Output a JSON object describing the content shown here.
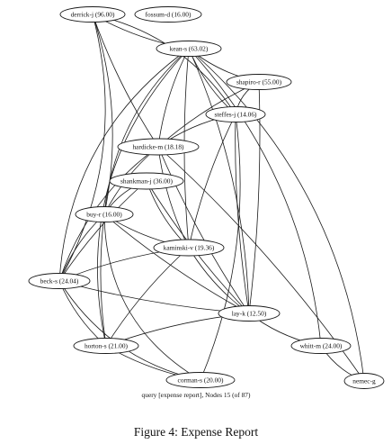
{
  "graph": {
    "nodes": [
      {
        "id": "derrick",
        "label": "derrick-j (96.00)"
      },
      {
        "id": "fossum",
        "label": "fossum-d (16.00)"
      },
      {
        "id": "kean",
        "label": "kean-s (63.02)"
      },
      {
        "id": "shapiro",
        "label": "shapiro-r (55.00)"
      },
      {
        "id": "steffes",
        "label": "steffes-j (14.06)"
      },
      {
        "id": "hardicke",
        "label": "hardicke-m (18.18)"
      },
      {
        "id": "shankman",
        "label": "shankman-j (36.00)"
      },
      {
        "id": "buy",
        "label": "buy-r (16.00)"
      },
      {
        "id": "kaminski",
        "label": "kaminski-v (19.36)"
      },
      {
        "id": "beck",
        "label": "beck-s (24.04)"
      },
      {
        "id": "lay",
        "label": "lay-k (12.50)"
      },
      {
        "id": "horton",
        "label": "horton-s (21.00)"
      },
      {
        "id": "whitt",
        "label": "whitt-m (24.00)"
      },
      {
        "id": "corman",
        "label": "corman-s (20.00)"
      },
      {
        "id": "nemec",
        "label": "nemec-g"
      }
    ],
    "edges": [
      [
        "derrick",
        "kean"
      ],
      [
        "derrick",
        "hardicke"
      ],
      [
        "derrick",
        "beck"
      ],
      [
        "derrick",
        "buy"
      ],
      [
        "derrick",
        "steffes"
      ],
      [
        "kean",
        "shapiro"
      ],
      [
        "kean",
        "steffes"
      ],
      [
        "kean",
        "hardicke"
      ],
      [
        "kean",
        "kaminski"
      ],
      [
        "kean",
        "lay"
      ],
      [
        "kean",
        "buy"
      ],
      [
        "kean",
        "beck"
      ],
      [
        "kean",
        "horton"
      ],
      [
        "kean",
        "whitt"
      ],
      [
        "kean",
        "nemec"
      ],
      [
        "shapiro",
        "steffes"
      ],
      [
        "shapiro",
        "hardicke"
      ],
      [
        "shapiro",
        "lay"
      ],
      [
        "steffes",
        "hardicke"
      ],
      [
        "steffes",
        "kaminski"
      ],
      [
        "steffes",
        "lay"
      ],
      [
        "steffes",
        "corman"
      ],
      [
        "hardicke",
        "buy"
      ],
      [
        "hardicke",
        "kaminski"
      ],
      [
        "hardicke",
        "lay"
      ],
      [
        "hardicke",
        "nemec"
      ],
      [
        "hardicke",
        "beck"
      ],
      [
        "shankman",
        "buy"
      ],
      [
        "shankman",
        "kaminski"
      ],
      [
        "shankman",
        "lay"
      ],
      [
        "shankman",
        "beck"
      ],
      [
        "buy",
        "kaminski"
      ],
      [
        "buy",
        "beck"
      ],
      [
        "buy",
        "horton"
      ],
      [
        "buy",
        "lay"
      ],
      [
        "buy",
        "corman"
      ],
      [
        "kaminski",
        "beck"
      ],
      [
        "kaminski",
        "lay"
      ],
      [
        "kaminski",
        "horton"
      ],
      [
        "beck",
        "lay"
      ],
      [
        "beck",
        "horton"
      ],
      [
        "beck",
        "corman"
      ],
      [
        "lay",
        "horton"
      ],
      [
        "lay",
        "whitt"
      ],
      [
        "horton",
        "corman"
      ],
      [
        "whitt",
        "nemec"
      ]
    ],
    "caption": "query   [expense report], Nodes 15 (of 87)"
  },
  "figure": {
    "caption": "Figure 4: Expense Report"
  }
}
